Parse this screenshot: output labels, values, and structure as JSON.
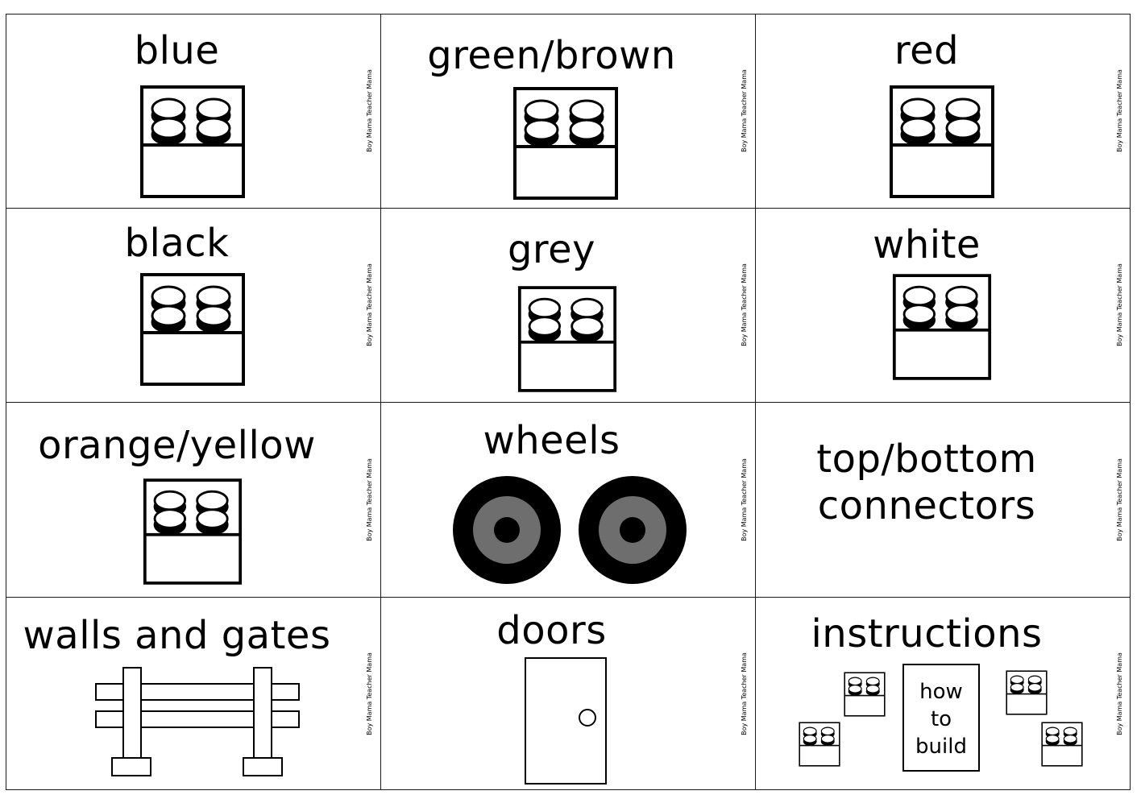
{
  "watermark": "Boy Mama Teacher Mama",
  "cards": [
    {
      "label": "blue",
      "icon": "lego-brick-icon"
    },
    {
      "label": "green/brown",
      "icon": "lego-brick-icon"
    },
    {
      "label": "red",
      "icon": "lego-brick-icon"
    },
    {
      "label": "black",
      "icon": "lego-brick-icon"
    },
    {
      "label": "grey",
      "icon": "lego-brick-icon"
    },
    {
      "label": "white",
      "icon": "lego-brick-icon"
    },
    {
      "label": "orange/yellow",
      "icon": "lego-brick-icon"
    },
    {
      "label": "wheels",
      "icon": "wheel-icon"
    },
    {
      "label": "top/bottom",
      "label2": "connectors",
      "icon": ""
    },
    {
      "label": "walls and gates",
      "icon": "fence-icon"
    },
    {
      "label": "doors",
      "icon": "door-icon"
    },
    {
      "label": "instructions",
      "icon": "instructions-icon",
      "note": [
        "how",
        "to",
        "build"
      ]
    }
  ],
  "colors": {
    "line": "#000000",
    "wheel_outer": "#000000",
    "wheel_mid": "#6e6e6e"
  }
}
